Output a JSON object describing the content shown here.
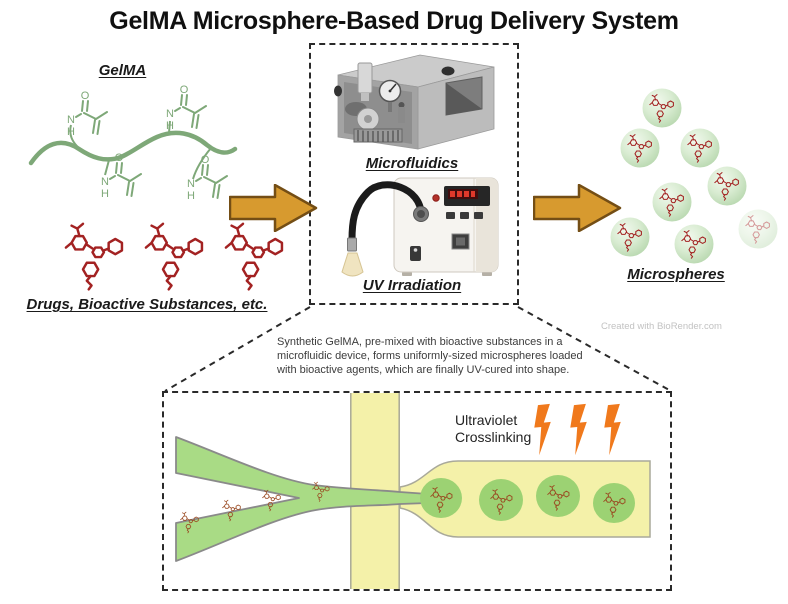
{
  "title": "GelMA Microsphere-Based Drug Delivery System",
  "labels": {
    "gelma": "GelMA",
    "drugs": "Drugs, Bioactive Substances, etc.",
    "microfluidics": "Microfluidics",
    "uv_irradiation": "UV Irradiation",
    "microspheres": "Microspheres",
    "uv_crosslinking_line1": "Ultraviolet",
    "uv_crosslinking_line2": "Crosslinking"
  },
  "caption_lines": [
    "Synthetic GelMA, pre-mixed with bioactive substances in a",
    "microfluidic device, forms uniformly-sized microspheres loaded",
    "with bioactive agents, which are finally UV-cured into shape."
  ],
  "watermark": "Created with BioRender.com",
  "colors": {
    "arrow_fill": "#D79A2F",
    "arrow_stroke": "#744E15",
    "polymer_green": "#7EA878",
    "drug_red": "#A32222",
    "mol_brown": "#9A4A22",
    "channel_green": "#A9DB85",
    "droplet_green": "#9CD273",
    "channel_yellow": "#F4F1A9",
    "bolt_orange": "#F0791C",
    "sphere_green": "#CFE7C6"
  }
}
